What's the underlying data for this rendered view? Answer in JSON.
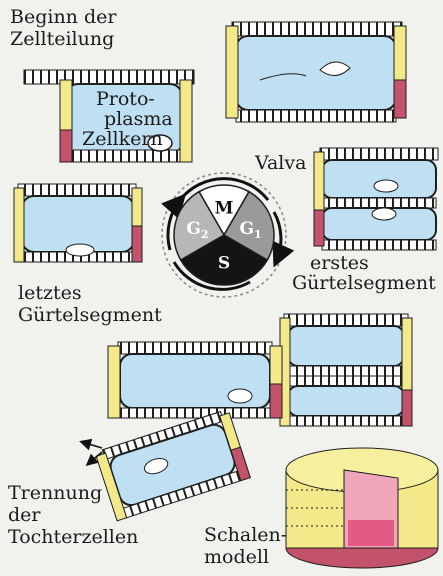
{
  "labels": {
    "beginn": [
      "Beginn der",
      "Zellteilung"
    ],
    "protoplasma": [
      "Proto-",
      "plasma"
    ],
    "zellkern": "Zellkern",
    "valva": "Valva",
    "erstes": [
      "erstes",
      "Gürtelsegment"
    ],
    "letztes": [
      "letztes",
      "Gürtelsegment"
    ],
    "trennung": [
      "Trennung",
      "der",
      "Tochterzellen"
    ],
    "schalen": [
      "Schalen-",
      "modell"
    ]
  },
  "cycle": {
    "phases": [
      {
        "name": "M",
        "color": "#ffffff",
        "text_color": "#111111"
      },
      {
        "name": "G1",
        "base": "G",
        "sub": "1",
        "color": "#9a9a9a",
        "text_color": "#ffffff"
      },
      {
        "name": "S",
        "color": "#141414",
        "text_color": "#ffffff"
      },
      {
        "name": "G2",
        "base": "G",
        "sub": "2",
        "color": "#b7b7b7",
        "text_color": "#ffffff"
      }
    ]
  },
  "colors": {
    "cytoplasm": "#bfe0f2",
    "frustule_yellow": "#f3e98a",
    "frustule_red": "#c2536a",
    "band": "#ffffff",
    "outline": "#1e1e1e",
    "background": "#f1f1ed"
  }
}
